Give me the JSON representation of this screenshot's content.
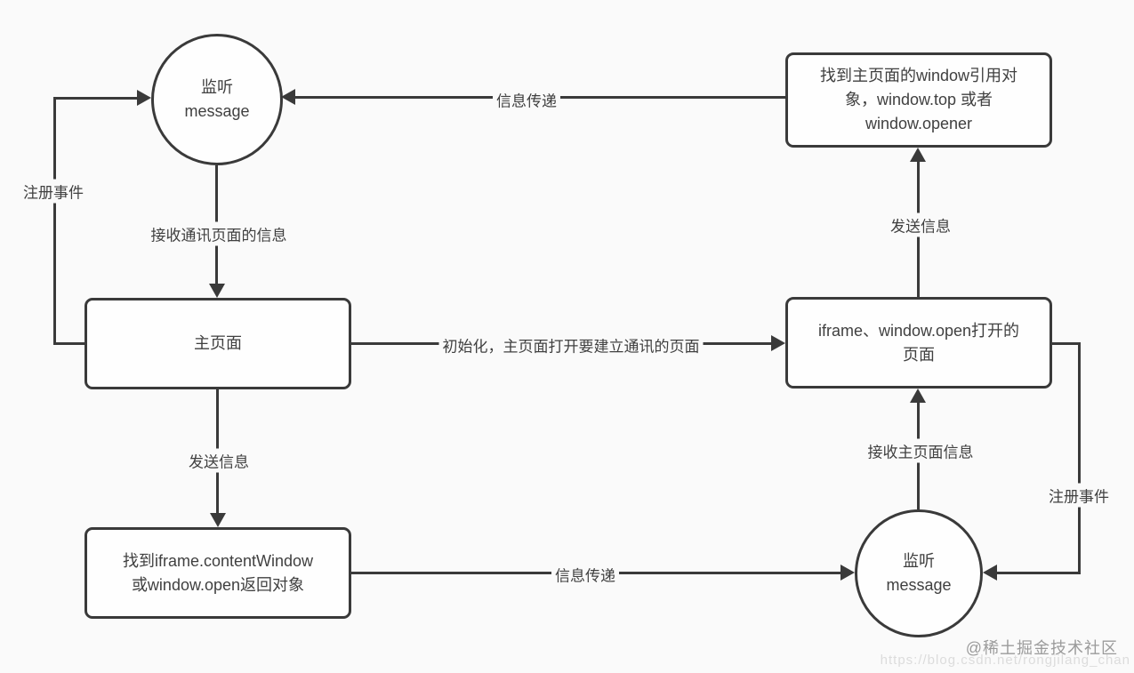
{
  "nodes": {
    "listen_top": {
      "shape": "circle",
      "label": "监听\nmessage"
    },
    "find_window_ref": {
      "shape": "rect",
      "label": "找到主页面的window引用对\n象，window.top 或者\nwindow.opener"
    },
    "main_page": {
      "shape": "rect",
      "label": "主页面"
    },
    "opened_page": {
      "shape": "rect",
      "label": "iframe、window.open打开的\n页面"
    },
    "find_iframe_ref": {
      "shape": "rect",
      "label": "找到iframe.contentWindow\n或window.open返回对象"
    },
    "listen_bottom": {
      "shape": "circle",
      "label": "监听\nmessage"
    }
  },
  "edges": {
    "info_top": {
      "label": "信息传递",
      "from": "find_window_ref",
      "to": "listen_top"
    },
    "receive_comm": {
      "label": "接收通讯页面的信息",
      "from": "listen_top",
      "to": "main_page"
    },
    "register_left": {
      "label": "注册事件",
      "from": "main_page",
      "to": "listen_top"
    },
    "init": {
      "label": "初始化，主页面打开要建立通讯的页面",
      "from": "main_page",
      "to": "opened_page"
    },
    "send_left": {
      "label": "发送信息",
      "from": "main_page",
      "to": "find_iframe_ref"
    },
    "send_right": {
      "label": "发送信息",
      "from": "opened_page",
      "to": "find_window_ref"
    },
    "receive_main": {
      "label": "接收主页面信息",
      "from": "listen_bottom",
      "to": "opened_page"
    },
    "register_right": {
      "label": "注册事件",
      "from": "opened_page",
      "to": "listen_bottom"
    },
    "info_bottom": {
      "label": "信息传递",
      "from": "find_iframe_ref",
      "to": "listen_bottom"
    }
  },
  "watermark": {
    "community": "@稀土掘金技术社区",
    "url": "https://blog.csdn.net/rongjilang_chan"
  },
  "colors": {
    "line": "#3a3a3a",
    "background": "#fafafa",
    "node_fill": "#fefefe",
    "text": "#404040",
    "watermark": "#9b9b9b",
    "watermark_url": "#dcdcdc"
  }
}
